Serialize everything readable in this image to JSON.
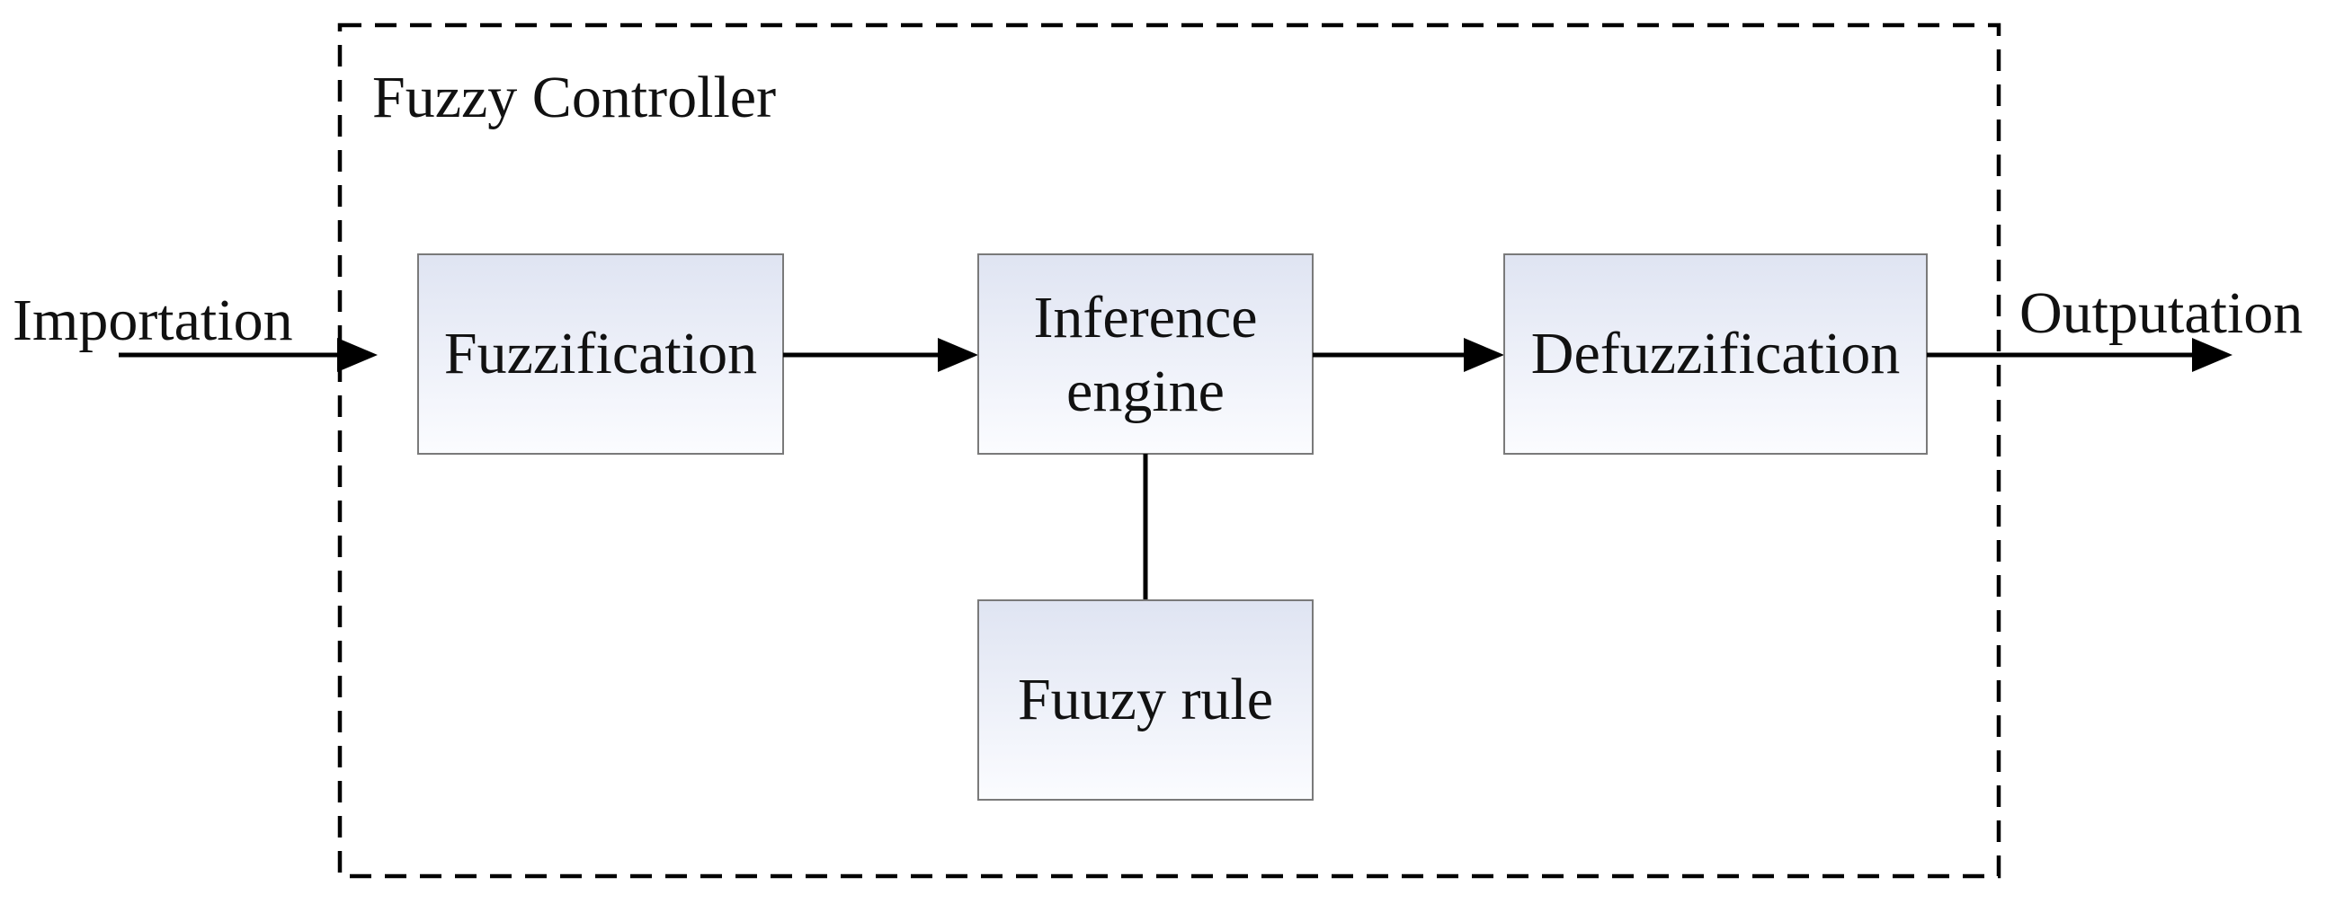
{
  "diagram": {
    "container_title": "Fuzzy Controller",
    "input_label": "Importation",
    "output_label": "Outputation",
    "blocks": {
      "fuzzification": "Fuzzification",
      "inference_line1": "Inference",
      "inference_line2": "engine",
      "defuzzification": "Defuzzification",
      "fuzzy_rule": "Fuuzy rule"
    }
  }
}
